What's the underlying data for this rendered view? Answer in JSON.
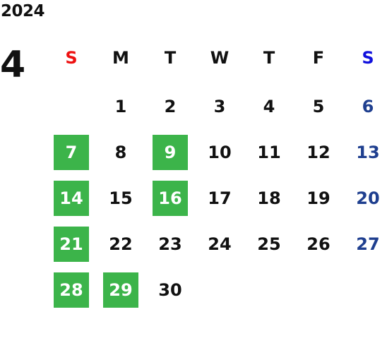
{
  "calendar": {
    "year": "2024",
    "month": "4",
    "weekdays": [
      "S",
      "M",
      "T",
      "W",
      "T",
      "F",
      "S"
    ],
    "first_weekday_index": 1,
    "weeks": [
      [
        "",
        "1",
        "2",
        "3",
        "4",
        "5",
        "6"
      ],
      [
        "7",
        "8",
        "9",
        "10",
        "11",
        "12",
        "13"
      ],
      [
        "14",
        "15",
        "16",
        "17",
        "18",
        "19",
        "20"
      ],
      [
        "21",
        "22",
        "23",
        "24",
        "25",
        "26",
        "27"
      ],
      [
        "28",
        "29",
        "30",
        "",
        "",
        "",
        ""
      ]
    ],
    "marked_days": [
      "7",
      "9",
      "14",
      "16",
      "21",
      "28",
      "29"
    ],
    "colors": {
      "sunday_header": "#ee1111",
      "saturday_header": "#1111dd",
      "saturday_date": "#1f3f8f",
      "default_text": "#111111",
      "marked_bg": "#3cb44a",
      "marked_text": "#ffffff"
    }
  }
}
